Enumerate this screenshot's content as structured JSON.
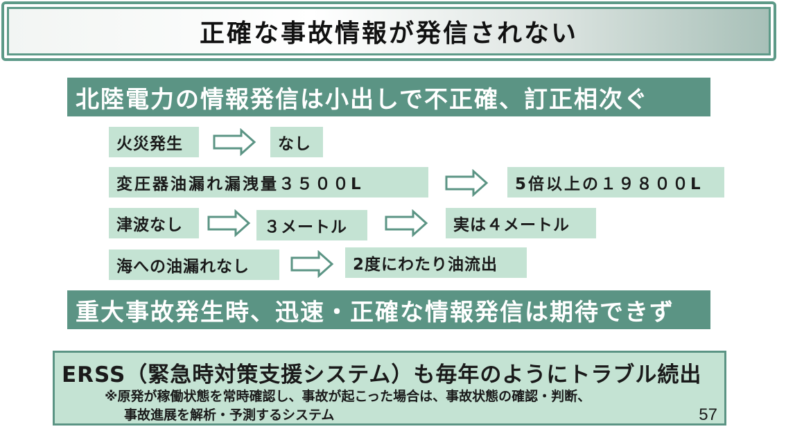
{
  "title": "正確な事故情報が発信されない",
  "sections": {
    "hokuriku": "北陸電力の情報発信は小出しで不正確、訂正相次ぐ",
    "expectation": "重大事故発生時、迅速・正確な情報発信は期待できず"
  },
  "rows": {
    "fire": {
      "before": "火災発生",
      "after": "なし"
    },
    "oil": {
      "before": "変圧器油漏れ漏洩量３５００L",
      "after": "5倍以上の１９８００L"
    },
    "tsunami": {
      "step1": "津波なし",
      "step2": "３メートル",
      "step3": "実は４メートル"
    },
    "sea": {
      "before": "海への油漏れなし",
      "after": "2度にわたり油流出"
    }
  },
  "erss": {
    "title": "ERSS（緊急時対策支援システム）も毎年のようにトラブル続出",
    "note_line1": "※原発が稼働状態を常時確認し、事故が起こった場合は、事故状態の確認・判断、",
    "note_line2": "事故進展を解析・予測するシステム"
  },
  "page_number": "57",
  "colors": {
    "accent_dark": "#5b9484",
    "accent_light": "#c4e3d3",
    "frame": "#5d9a88"
  },
  "icons": {
    "arrow": "right-arrow-icon"
  }
}
